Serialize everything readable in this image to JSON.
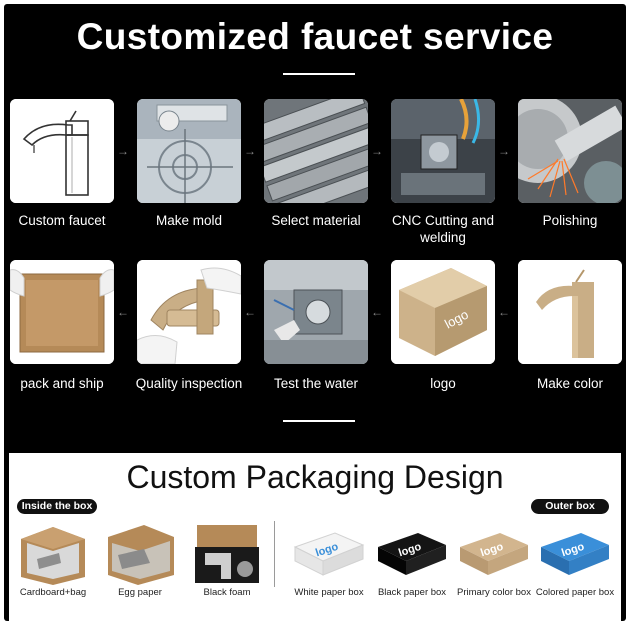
{
  "header": {
    "title": "Customized faucet service"
  },
  "process": {
    "row1": [
      {
        "label": "Custom faucet"
      },
      {
        "label": "Make mold"
      },
      {
        "label": "Select material"
      },
      {
        "label": "CNC Cutting and welding"
      },
      {
        "label": "Polishing"
      }
    ],
    "row2": [
      {
        "label": "pack and ship"
      },
      {
        "label": "Quality inspection"
      },
      {
        "label": "Test the water"
      },
      {
        "label": "logo",
        "stamp": "logo"
      },
      {
        "label": "Make color"
      }
    ],
    "arrow_row1": "→",
    "arrow_row2": "←"
  },
  "packaging": {
    "title": "Custom Packaging Design",
    "inside_label": "Inside the box",
    "outer_label": "Outer box",
    "inside_items": [
      {
        "caption": "Cardboard+bag"
      },
      {
        "caption": "Egg paper"
      },
      {
        "caption": "Black foam"
      }
    ],
    "outer_items": [
      {
        "caption": "White paper box",
        "stamp": "logo",
        "color": "#f4f4f4"
      },
      {
        "caption": "Black paper box",
        "stamp": "logo",
        "color": "#141414"
      },
      {
        "caption": "Primary color box",
        "stamp": "logo",
        "color": "#d2b58e"
      },
      {
        "caption": "Colored paper box",
        "stamp": "logo",
        "color": "#3a8fd9"
      }
    ]
  },
  "colors": {
    "background": "#000000",
    "text_light": "#ffffff",
    "brushed_gold": "#c9ae86",
    "kraft": "#b58a58",
    "steel": "#9aa3ab"
  }
}
